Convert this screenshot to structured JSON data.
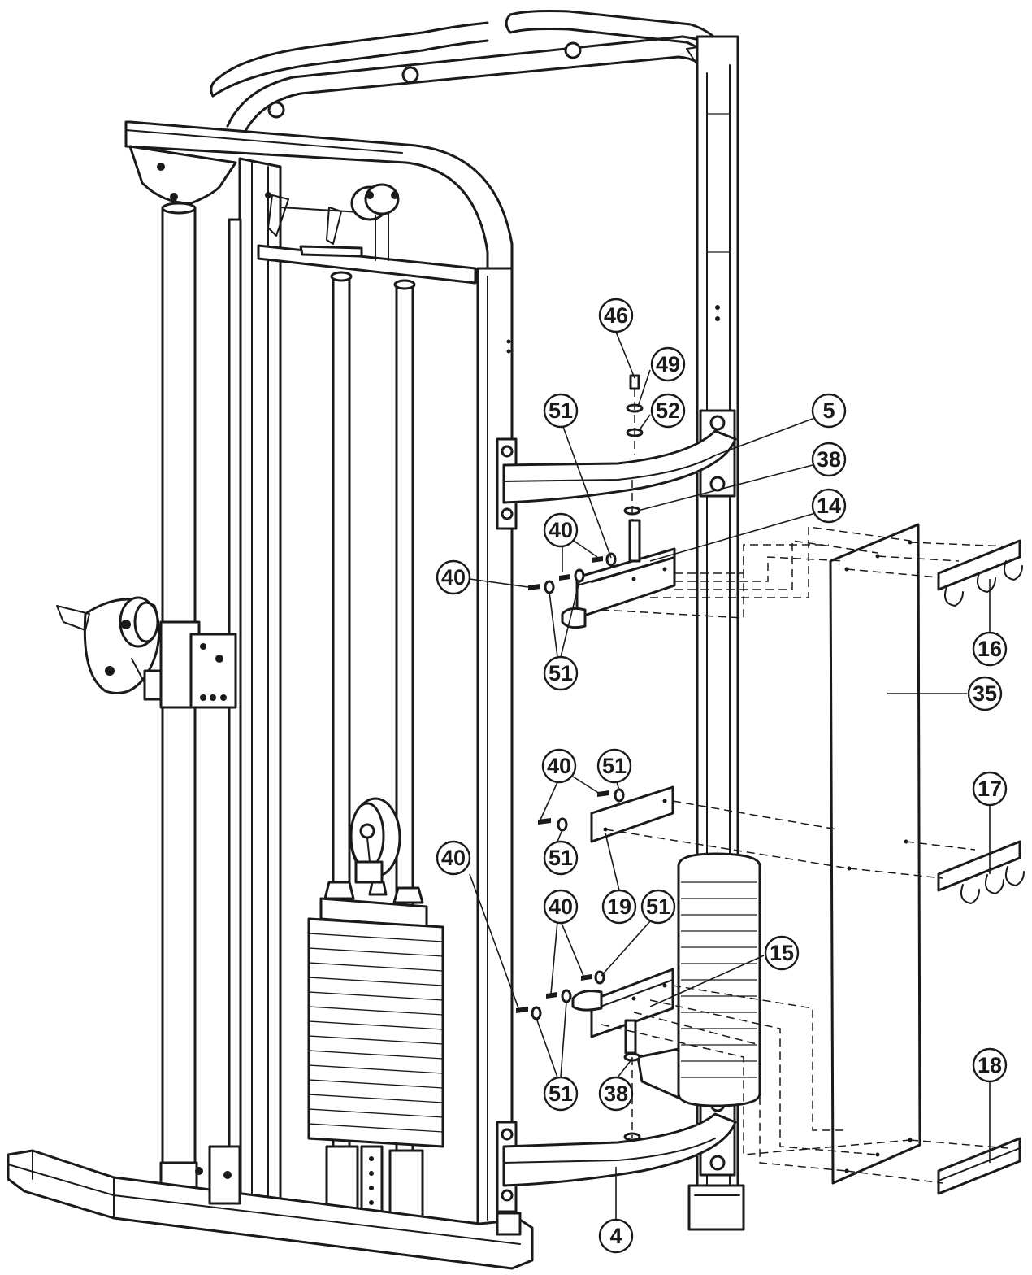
{
  "diagram": {
    "type": "exploded-assembly",
    "callouts": [
      {
        "id": "c46a",
        "label": "46"
      },
      {
        "id": "c49a",
        "label": "49"
      },
      {
        "id": "c52a",
        "label": "52"
      },
      {
        "id": "c51a",
        "label": "51"
      },
      {
        "id": "c5a",
        "label": "5"
      },
      {
        "id": "c38a",
        "label": "38"
      },
      {
        "id": "c14a",
        "label": "14"
      },
      {
        "id": "c40a",
        "label": "40"
      },
      {
        "id": "c40b",
        "label": "40"
      },
      {
        "id": "c51b",
        "label": "51"
      },
      {
        "id": "c16a",
        "label": "16"
      },
      {
        "id": "c35a",
        "label": "35"
      },
      {
        "id": "c40c",
        "label": "40"
      },
      {
        "id": "c51c",
        "label": "51"
      },
      {
        "id": "c17a",
        "label": "17"
      },
      {
        "id": "c51d",
        "label": "51"
      },
      {
        "id": "c40d",
        "label": "40"
      },
      {
        "id": "c19a",
        "label": "19"
      },
      {
        "id": "c40e",
        "label": "40"
      },
      {
        "id": "c51e",
        "label": "51"
      },
      {
        "id": "c15a",
        "label": "15"
      },
      {
        "id": "c51f",
        "label": "51"
      },
      {
        "id": "c38b",
        "label": "38"
      },
      {
        "id": "c18a",
        "label": "18"
      },
      {
        "id": "c4a",
        "label": "4"
      }
    ]
  }
}
